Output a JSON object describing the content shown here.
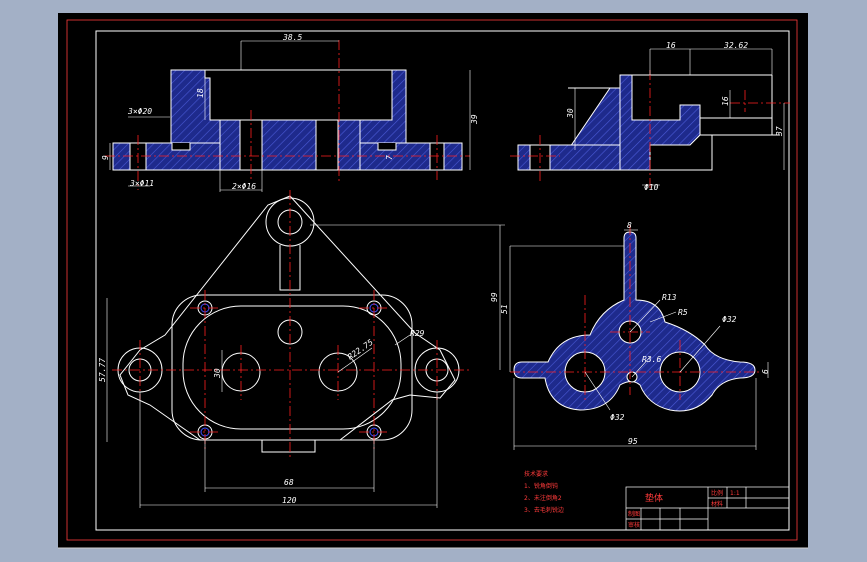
{
  "colors": {
    "background": "#a3b0c6",
    "sheet": "#000000",
    "outline": "#ffffff",
    "centerline": "#ff2020",
    "hatch_fill": "#1e2a8c",
    "hatch_line": "#3f4fc8",
    "border_frame": "#ff3b3b"
  },
  "dimensions": {
    "top_width": "38.5",
    "top_height": "18",
    "counterbore": "3×Φ20",
    "small_hole": "3×Φ11",
    "left_height": "9",
    "bottom_bore": "2×Φ16",
    "right_height": "39",
    "groove": "7",
    "side_top_a": "16",
    "side_top_b": "32.62",
    "side_rib_height": "30",
    "side_mid": "16",
    "side_right": "37",
    "side_hole": "Φ10",
    "plan_height": "99",
    "plan_left": "57.77",
    "plan_inner": "30",
    "plan_r29": "R29",
    "plan_r": "R22.75",
    "plan_slot": "68",
    "plan_overall": "120",
    "sec_top": "8",
    "sec_height": "51",
    "sec_r13": "R13",
    "sec_r5": "R5",
    "sec_d32a": "Φ32",
    "sec_r36": "R3.6",
    "sec_d32b": "Φ32",
    "sec_right": "6",
    "sec_overall": "95"
  },
  "notes": {
    "title": "技术要求",
    "lines": [
      "1、锐角倒钝",
      "2、未注倒角2",
      "3、去毛刺锐边"
    ]
  },
  "title_block": {
    "part_name": "垫体",
    "scale_label": "比例",
    "scale_value": "1:1",
    "material_label": "材料",
    "drawn_label": "制图",
    "check_label": "审核"
  }
}
